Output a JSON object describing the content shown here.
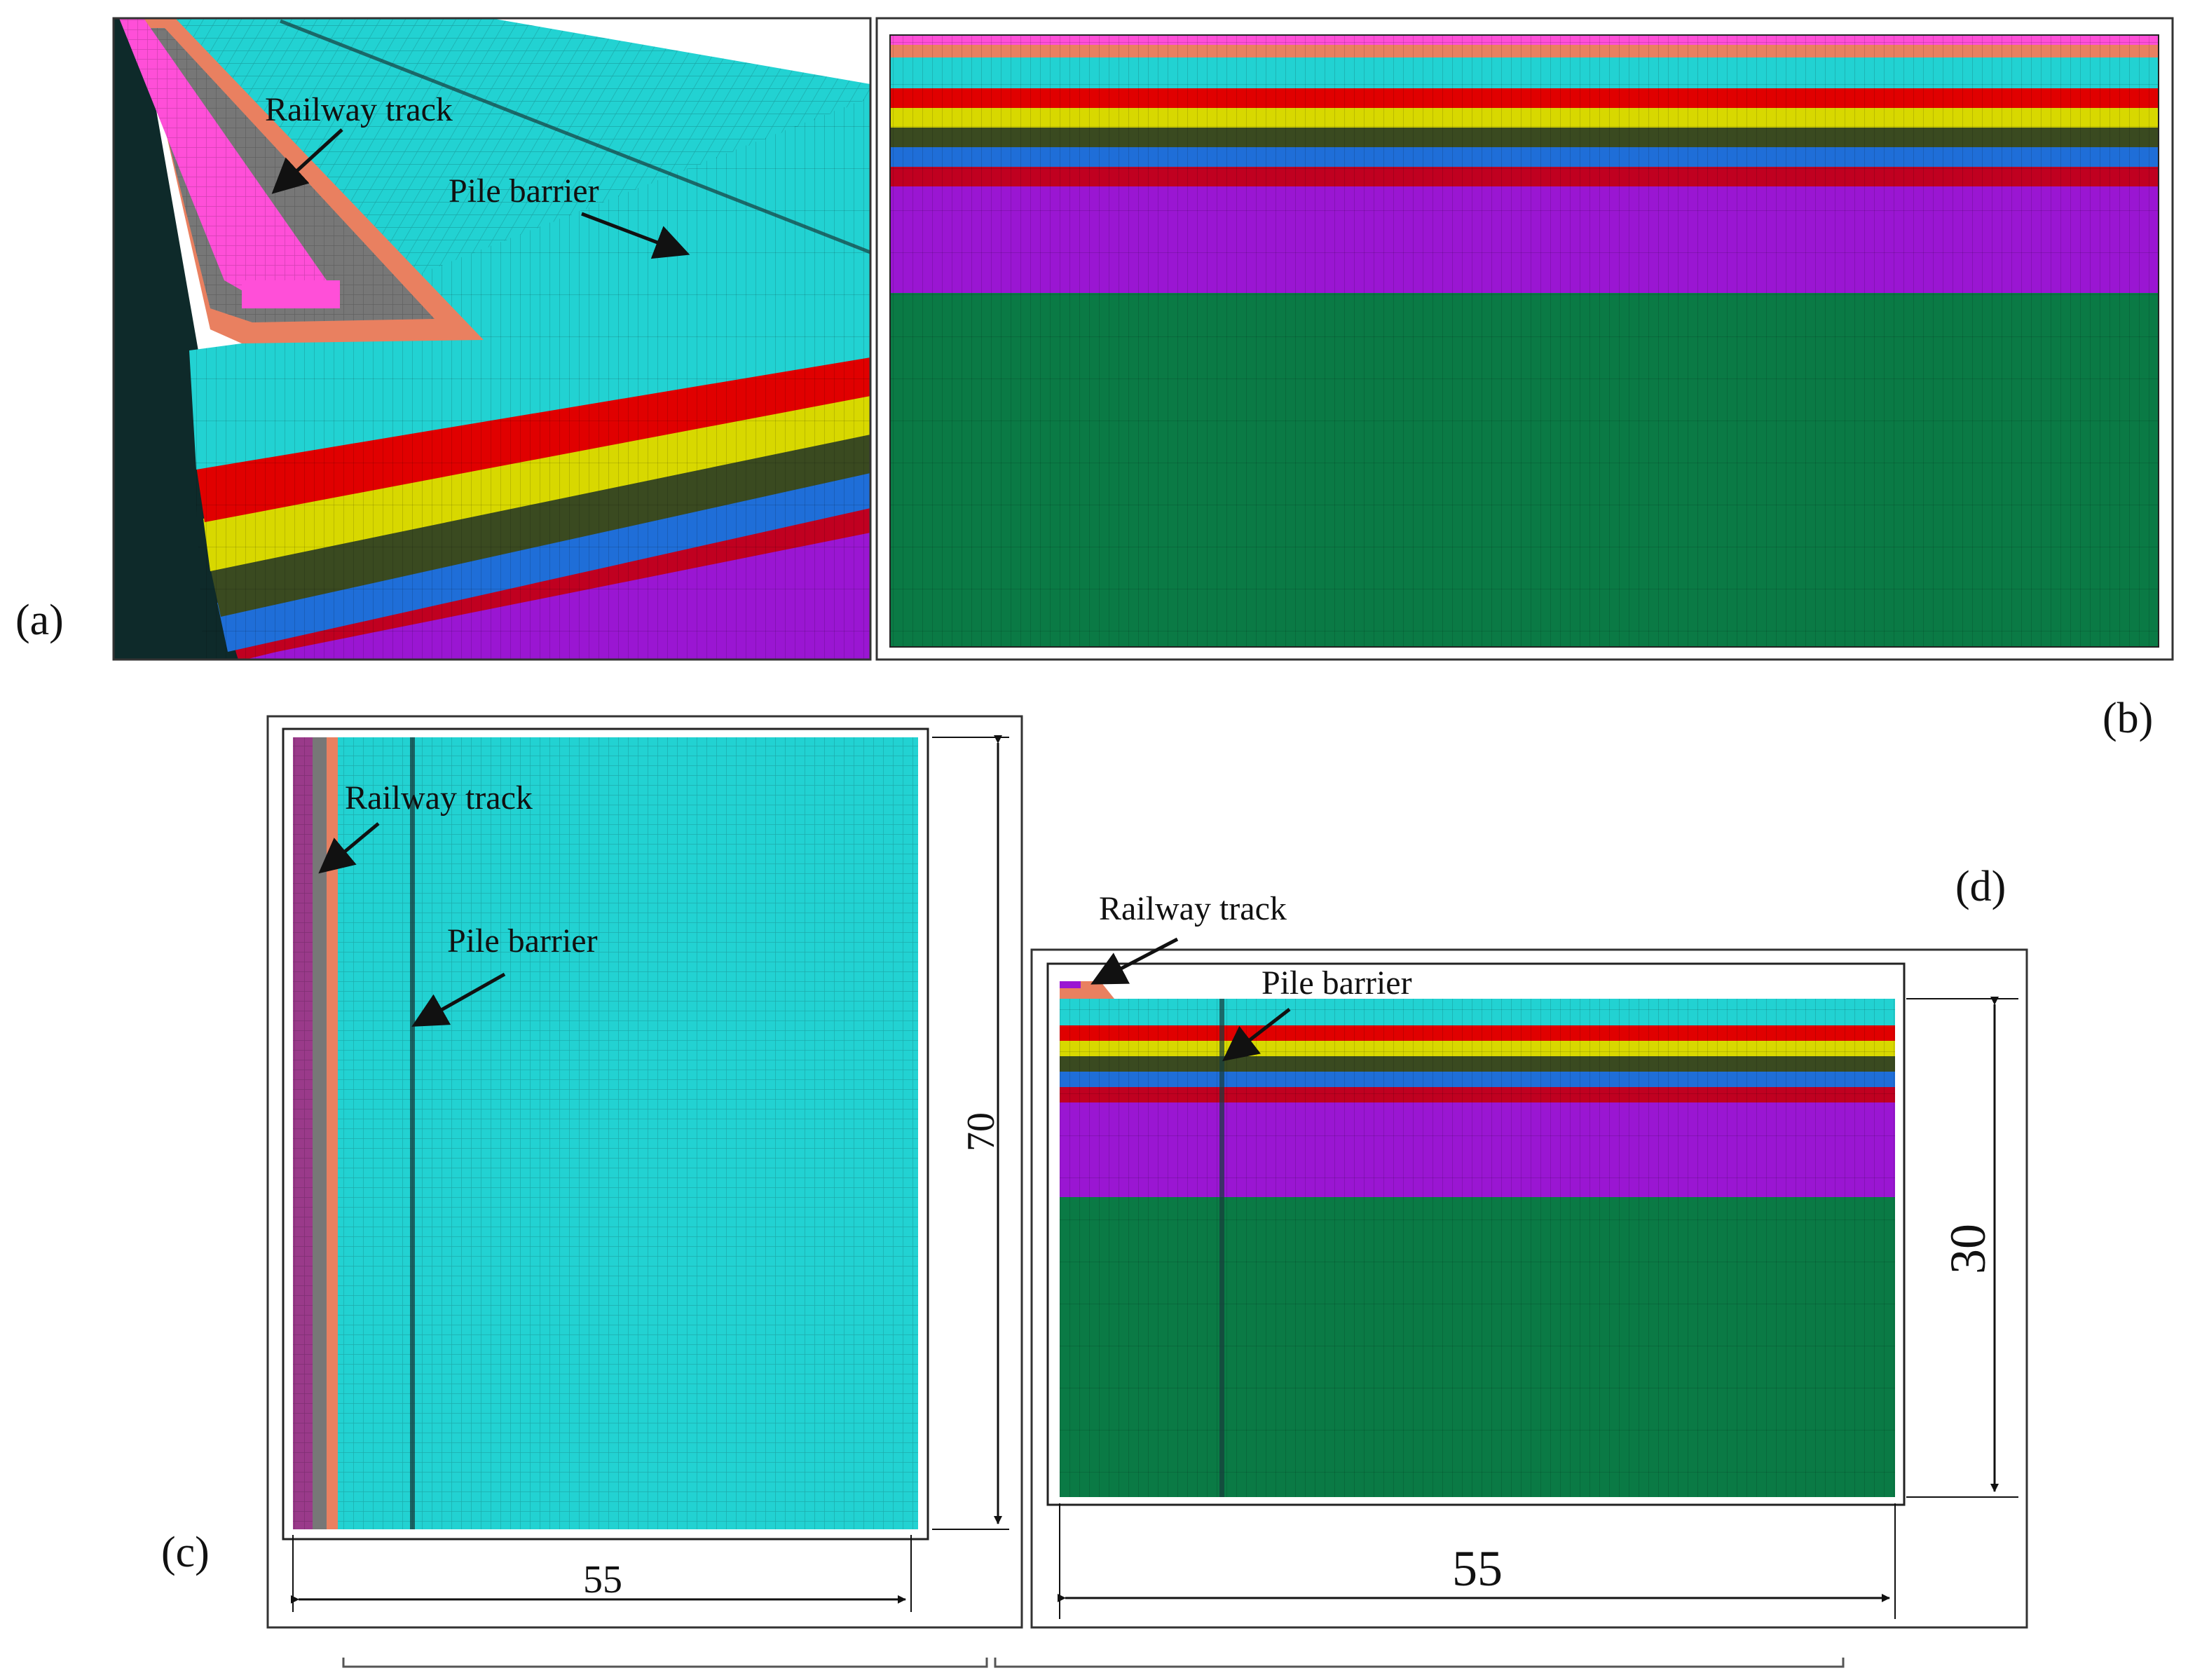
{
  "labels": {
    "a": "(a)",
    "b": "(b)",
    "c": "(c)",
    "d": "(d)"
  },
  "annotations": {
    "railway_track": "Railway track",
    "pile_barrier": "Pile barrier"
  },
  "dimensions": {
    "c_width": "55",
    "c_height": "70",
    "d_width": "55",
    "d_height": "30"
  },
  "colors": {
    "ballast": "#e98060",
    "sleeper": "#ff4fd8",
    "grey_track": "#777777",
    "cyan": "#22d2d2",
    "red": "#e00000",
    "yellow": "#d8d800",
    "olive": "#3a4a20",
    "blue": "#1f6ed8",
    "dark_red": "#c00020",
    "purple": "#9a16d2",
    "green": "#0a7a45",
    "mesh_line": "#1a4a4a"
  }
}
